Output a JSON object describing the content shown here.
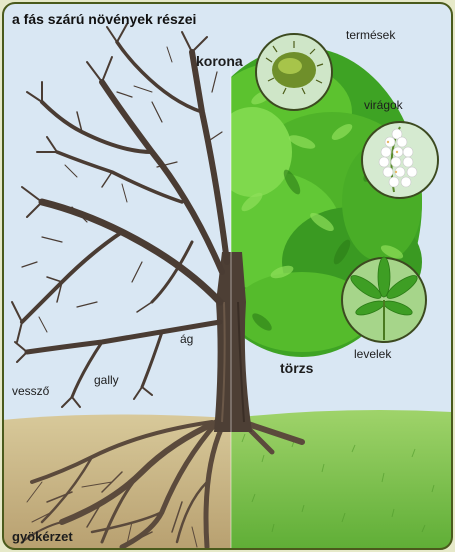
{
  "title": "a fás szárú növények részei",
  "labels": {
    "korona": "korona",
    "termesek": "termések",
    "viragok": "virágok",
    "levelek": "levelek",
    "torzs": "törzs",
    "ag": "ág",
    "galy": "gally",
    "vesszo": "vessző",
    "gyokerzet": "gyökérzet"
  },
  "colors": {
    "sky": "#d7e6f4",
    "border": "#4a5a1c",
    "foliage": "#56b92c",
    "foliage_dark": "#2f8a1a",
    "bark": "#4a3c33",
    "soil": "#c9b98a",
    "grass": "#7cc04a"
  }
}
